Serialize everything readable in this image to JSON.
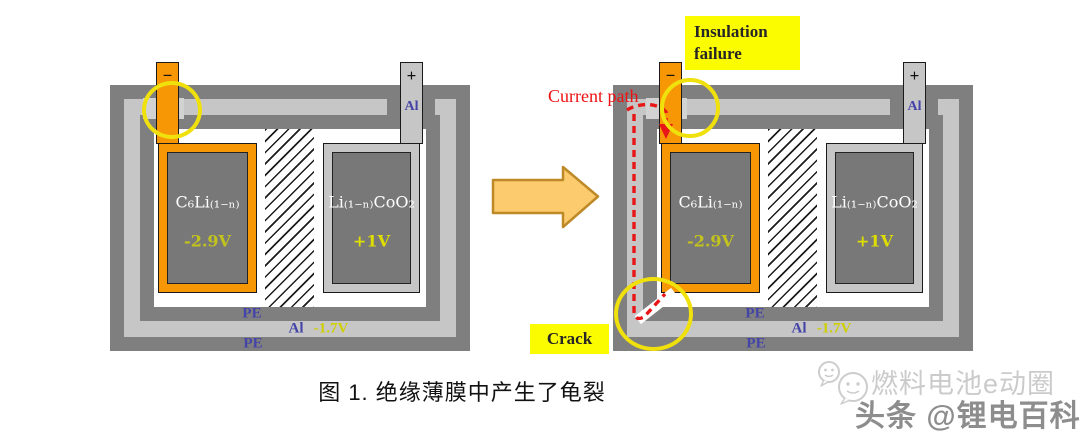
{
  "figure": {
    "caption": "图 1. 绝缘薄膜中产生了龟裂"
  },
  "cell": {
    "neg_terminal": "−",
    "pos_terminal": "+",
    "pos_tab_material": "Al",
    "anode_formula": "C₆Li₍₁₋ₙ₎",
    "anode_voltage": "-2.9V",
    "cathode_formula": "Li₍₁₋ₙ₎CoO₂",
    "cathode_voltage": "+1V",
    "pouch_layer_inner": "PE",
    "pouch_layer_mid": "Al",
    "pouch_mid_voltage": "-1.7V",
    "pouch_layer_outer": "PE"
  },
  "annotations": {
    "insulation_failure": "Insulation failure",
    "current_path": "Current path",
    "crack": "Crack"
  },
  "watermarks": {
    "line1": "燃料电池e动圈",
    "line2": "头条 @锂电百科"
  },
  "colors": {
    "case_dark": "#7F7F7F",
    "case_light": "#C6C6C6",
    "electrode_fill": "#787878",
    "anode_orange": "#F79706",
    "highlight_yellow": "#F0E10C",
    "label_bg_yellow": "#FCFC00",
    "current_red": "#E81616",
    "layer_label_blue": "#4444A8",
    "voltage_yellow": "#CFCF00",
    "arrow_fill": "#FBCB6E",
    "arrow_border": "#BE8A28"
  }
}
